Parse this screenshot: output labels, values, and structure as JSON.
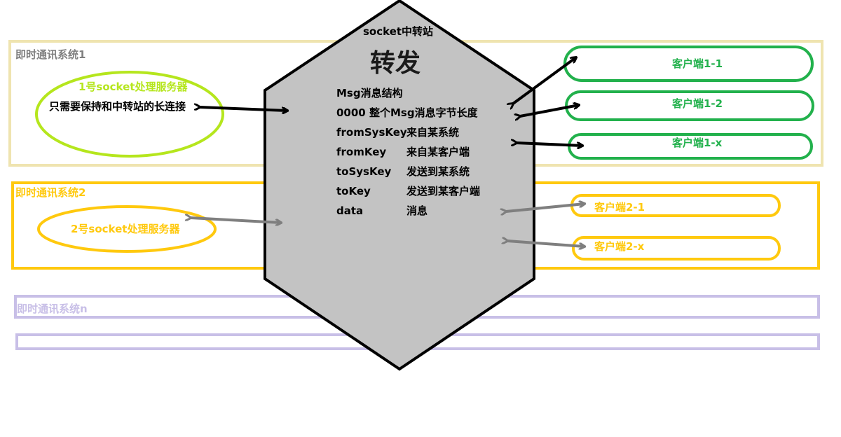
{
  "hub": {
    "title": "socket中转站",
    "heading": "转发",
    "spec_lines": [
      {
        "key": "Msg消息结构",
        "value": ""
      },
      {
        "key": "0000  整个Msg消息字节长度",
        "value": ""
      },
      {
        "key": "fromSysKey",
        "value": "来自某系统"
      },
      {
        "key": "fromKey",
        "value": "来自某客户端"
      },
      {
        "key": "toSysKey",
        "value": "发送到某系统"
      },
      {
        "key": "toKey",
        "value": "发送到某客户端"
      },
      {
        "key": "data",
        "value": "消息"
      }
    ]
  },
  "system1": {
    "title": "即时通讯系统1",
    "server_title": "1号socket处理服务器",
    "server_note": "只需要保持和中转站的长连接",
    "clients": [
      "客户端1-1",
      "客户端1-2",
      "客户端1-x"
    ]
  },
  "system2": {
    "title": "即时通讯系统2",
    "server_title": "2号socket处理服务器",
    "clients": [
      "客户端2-1",
      "客户端2-x"
    ]
  },
  "systemN": {
    "title": "即时通讯系统n"
  },
  "colors": {
    "system1_border": "#efe4b0",
    "system1_title": "#7f7f7f",
    "server1_stroke": "#b5e61d",
    "client1_stroke": "#22b14c",
    "system2": "#ffc90e",
    "systemN": "#c8bfe7",
    "hub_fill": "#c3c3c3",
    "arrow_black": "#000000",
    "arrow_gray": "#7f7f7f"
  }
}
